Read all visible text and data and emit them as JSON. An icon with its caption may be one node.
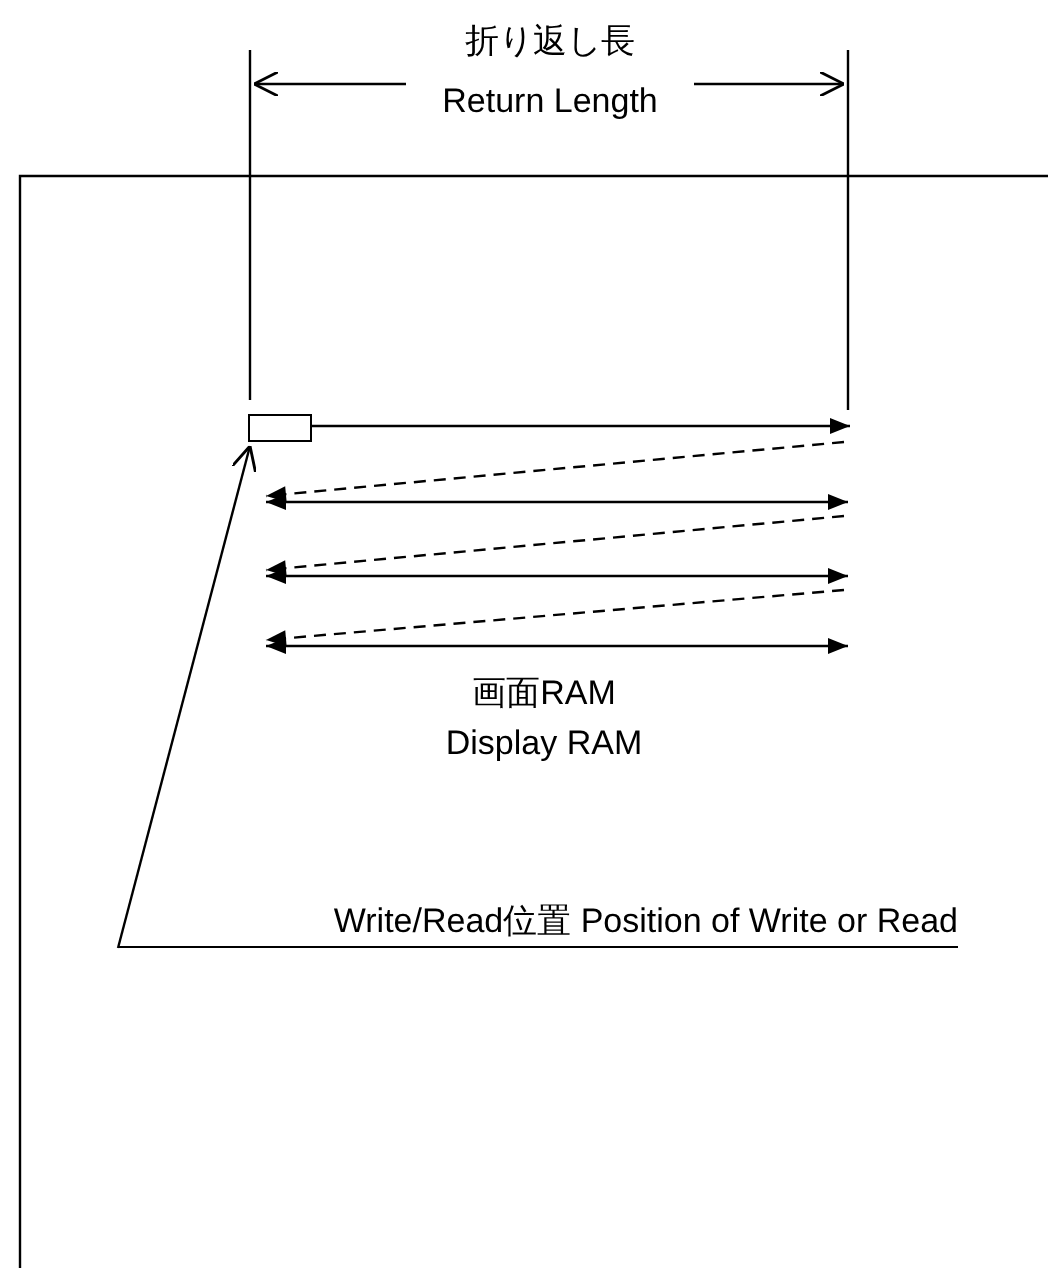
{
  "diagram": {
    "nodes": [
      {
        "text": [],
        "shape": "box"
      },
      {
        "text": [
          "Write/Read位置 Position of Write or Read"
        ]
      }
    ],
    "edges": [
      {
        "from": 1,
        "to": 0,
        "arrow": "to"
      }
    ],
    "labels": [
      "折り返し長",
      "Return Length",
      "画面RAM",
      "Display RAM"
    ]
  }
}
